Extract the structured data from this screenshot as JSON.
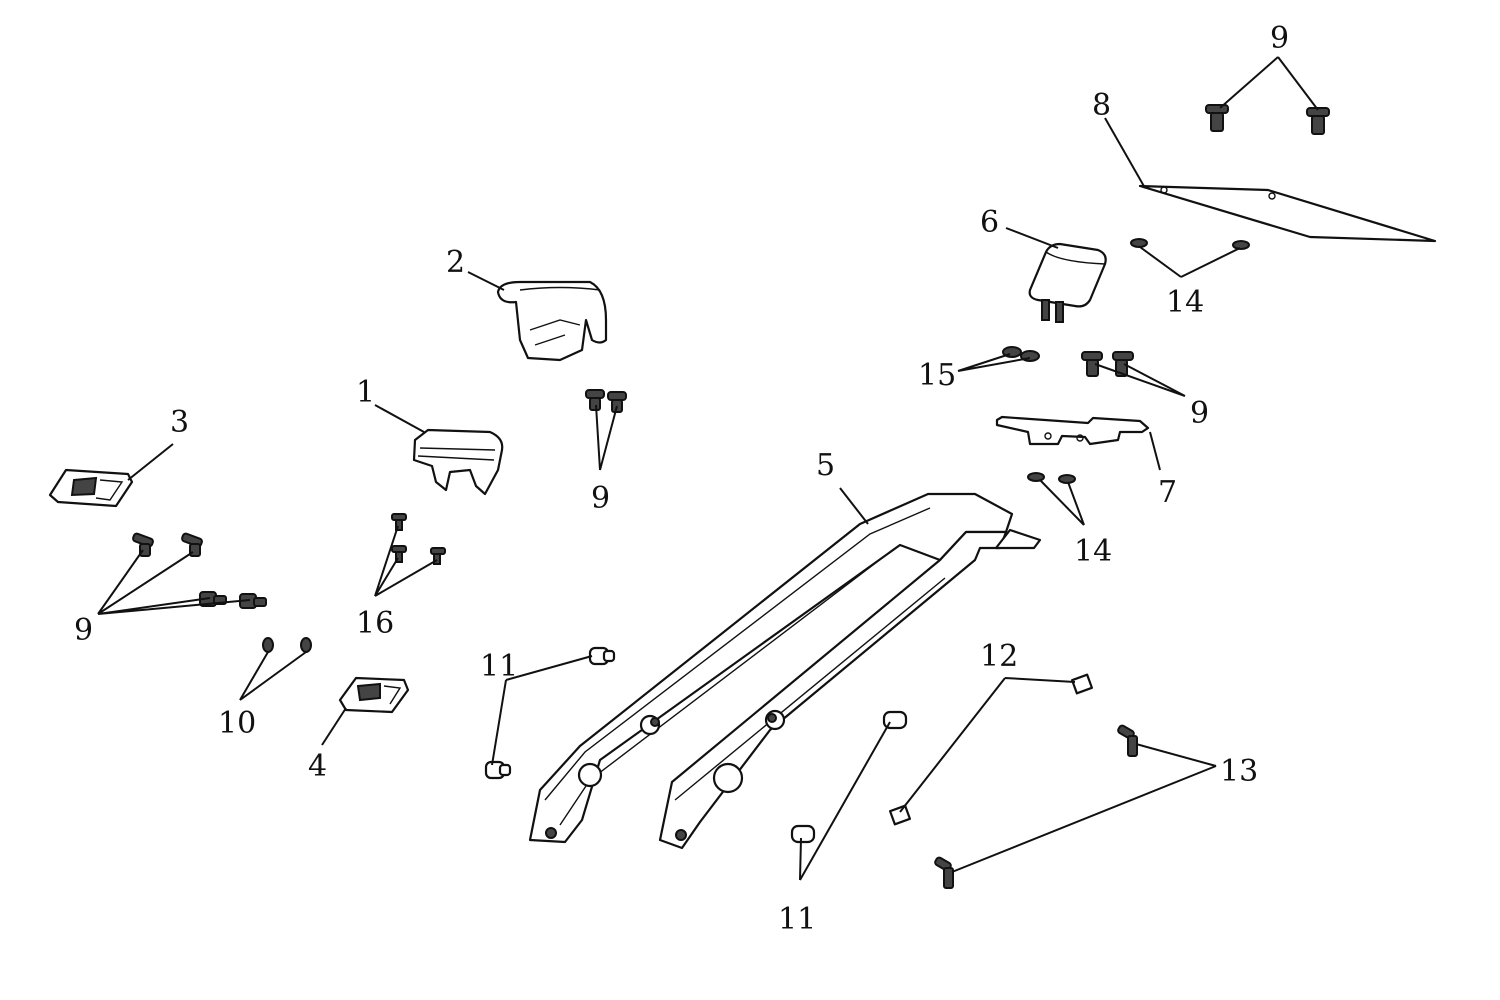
{
  "callouts": {
    "c1": "1",
    "c2": "2",
    "c3": "3",
    "c4": "4",
    "c5": "5",
    "c6": "6",
    "c7": "7",
    "c8": "8",
    "c9_top": "9",
    "c9_right": "9",
    "c9_mid": "9",
    "c9_left": "9",
    "c10": "10",
    "c11_left": "11",
    "c11_bottom": "11",
    "c12": "12",
    "c13": "13",
    "c14_top": "14",
    "c14_mid": "14",
    "c15": "15",
    "c16": "16"
  },
  "colors": {
    "line": "#111111",
    "background": "#ffffff"
  }
}
